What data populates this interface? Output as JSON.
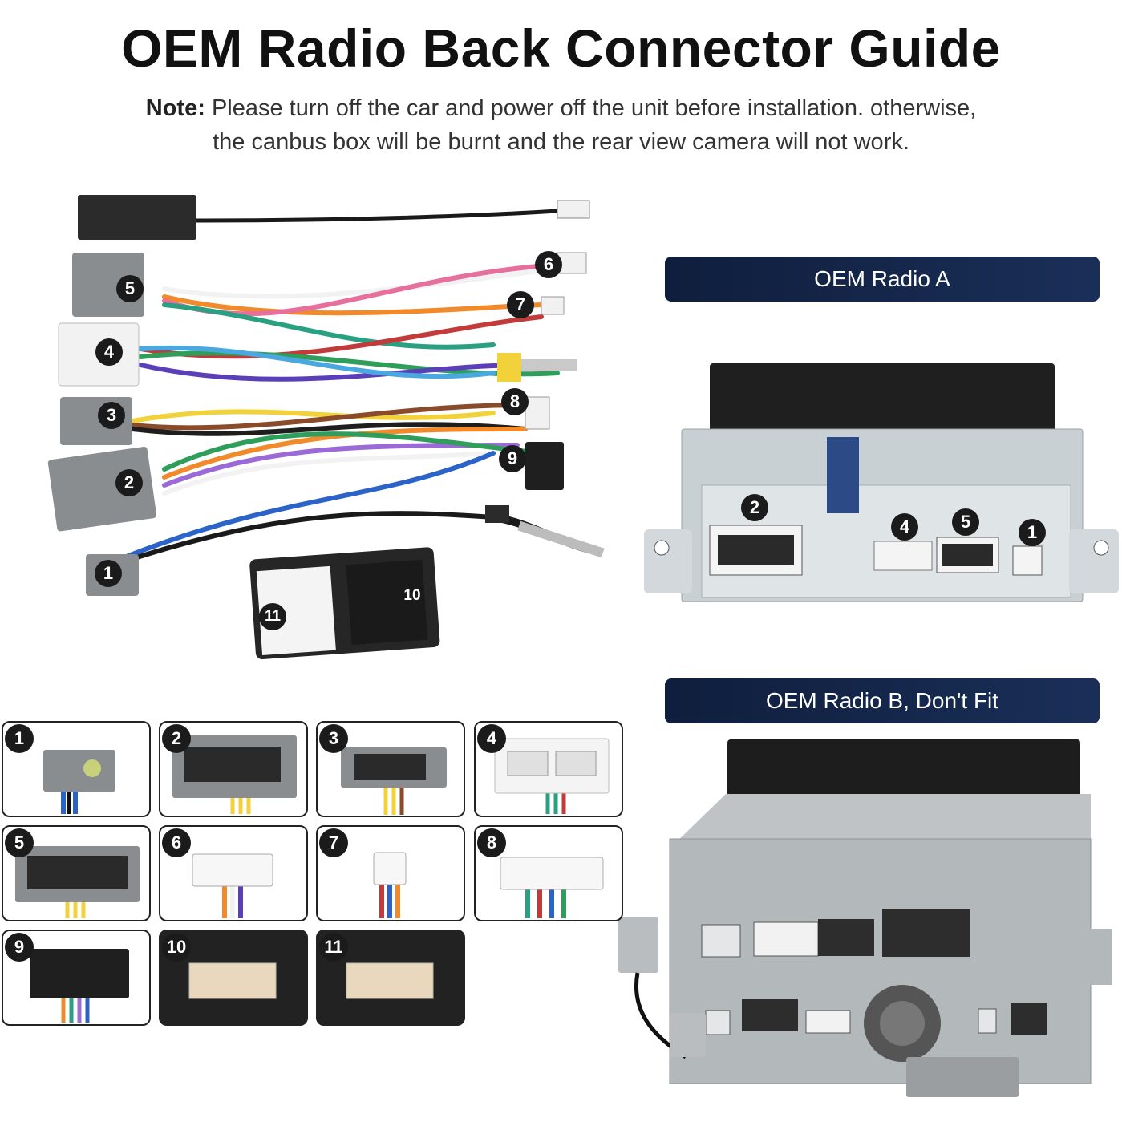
{
  "title": "OEM Radio Back Connector Guide",
  "note": {
    "label": "Note:",
    "line1": "Please turn off the car and power off the unit before installation. otherwise,",
    "line2": "the canbus box will be burnt and the rear view camera will not work."
  },
  "radio_a": {
    "label": "OEM Radio A",
    "ports": [
      "2",
      "4",
      "5",
      "1"
    ]
  },
  "radio_b": {
    "label": "OEM Radio B, Don't Fit"
  },
  "harness_callouts": [
    "6",
    "5",
    "7",
    "4",
    "8",
    "3",
    "9",
    "2",
    "1",
    "10",
    "11"
  ],
  "tiles": [
    {
      "num": "1",
      "icon": "grey-antenna-plug-icon"
    },
    {
      "num": "2",
      "icon": "grey-large-plug-icon"
    },
    {
      "num": "3",
      "icon": "grey-mid-plug-icon"
    },
    {
      "num": "4",
      "icon": "white-plug-icon"
    },
    {
      "num": "5",
      "icon": "grey-multi-pin-plug-icon"
    },
    {
      "num": "6",
      "icon": "white-small-plug-icon"
    },
    {
      "num": "7",
      "icon": "white-mini-plug-icon"
    },
    {
      "num": "8",
      "icon": "white-wide-plug-icon"
    },
    {
      "num": "9",
      "icon": "black-plug-icon"
    },
    {
      "num": "10",
      "icon": "box-socket-icon"
    },
    {
      "num": "11",
      "icon": "box-socket-icon"
    }
  ],
  "colors": {
    "pill_bg": "#0f1e3d",
    "plug_grey": "#8a8d8f",
    "badge": "#1b1b1b"
  }
}
